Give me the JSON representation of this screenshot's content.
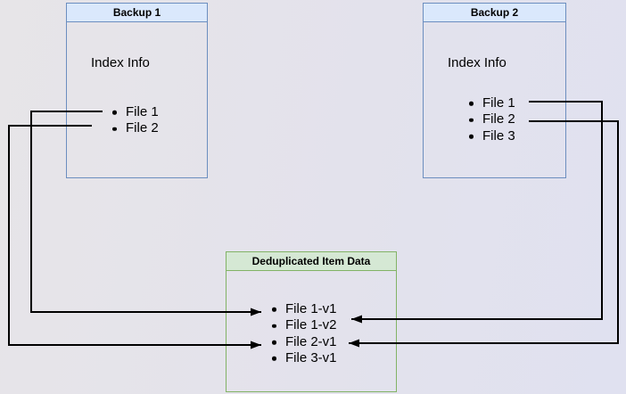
{
  "diagram": {
    "backup1": {
      "title": "Backup 1",
      "label": "Index Info",
      "items": [
        "File 1",
        "File 2"
      ]
    },
    "backup2": {
      "title": "Backup 2",
      "label": "Index Info",
      "items": [
        "File 1",
        "File 2",
        "File 3"
      ]
    },
    "dedup": {
      "title": "Deduplicated Item Data",
      "items": [
        "File 1-v1",
        "File 1-v2",
        "File 2-v1",
        "File 3-v1"
      ]
    },
    "connections": [
      {
        "from": "Backup 1 / File 1",
        "to": "File 1-v1"
      },
      {
        "from": "Backup 1 / File 2",
        "to": "File 2-v1"
      },
      {
        "from": "Backup 2 / File 1",
        "to": "File 1-v2"
      },
      {
        "from": "Backup 2 / File 2",
        "to": "File 2-v1"
      }
    ],
    "colors": {
      "backup_header_fill": "#dae8fc",
      "backup_border": "#6c8ebf",
      "dedup_header_fill": "#d5e8d4",
      "dedup_border": "#82b366",
      "arrow": "#000000",
      "text": "#000000"
    }
  }
}
